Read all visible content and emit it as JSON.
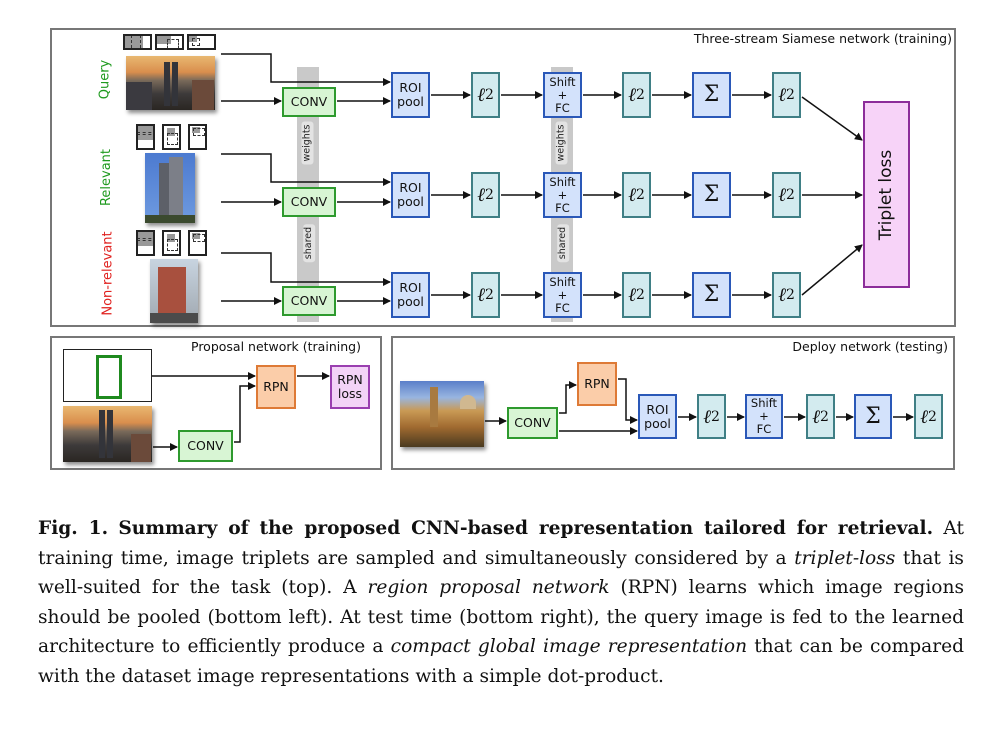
{
  "figure": {
    "top_panel": {
      "title": "Three-stream Siamese network (training)",
      "streams": [
        {
          "label": "Query",
          "label_color": "#1e9a1e",
          "image": "city-skyline-sunset-photo"
        },
        {
          "label": "Relevant",
          "label_color": "#1e9a1e",
          "image": "skyscraper-blue-sky-photo"
        },
        {
          "label": "Non-relevant",
          "label_color": "#e0201e",
          "image": "red-brick-building-photo"
        }
      ],
      "conv_label": "CONV",
      "roi_label_1": "ROI",
      "roi_label_2": "pool",
      "l2_base": "ℓ",
      "l2_sub": "2",
      "shift_label_1": "Shift",
      "shift_label_2": "+",
      "shift_label_3": "FC",
      "sum_symbol": "Σ",
      "weights_label": "weights",
      "shared_label": "shared",
      "loss_label": "Triplet loss"
    },
    "proposal_panel": {
      "title": "Proposal network (training)",
      "conv_label": "CONV",
      "rpn_label": "RPN",
      "rpn_loss_1": "RPN",
      "rpn_loss_2": "loss"
    },
    "deploy_panel": {
      "title": "Deploy network (testing)",
      "conv_label": "CONV",
      "rpn_label": "RPN",
      "roi_label_1": "ROI",
      "roi_label_2": "pool",
      "shift_label_1": "Shift",
      "shift_label_2": "+",
      "shift_label_3": "FC",
      "l2_base": "ℓ",
      "l2_sub": "2",
      "sum_symbol": "Σ"
    }
  },
  "caption": {
    "fig_label": "Fig. 1.",
    "bold_title": "Summary of the proposed CNN-based representation tailored for retrieval.",
    "t1": " At training time, image triplets are sampled and simultaneously considered by a ",
    "i1": "triplet-loss",
    "t2": " that is well-suited for the task (top). A ",
    "i2": "region proposal network",
    "t3": " (RPN) learns which image regions should be pooled (bottom left). At test time (bottom right), the query image is fed to the learned architecture to efficiently produce a ",
    "i3": "compact global image representation",
    "t4": " that can be compared with the dataset image representations with a simple dot-product."
  }
}
